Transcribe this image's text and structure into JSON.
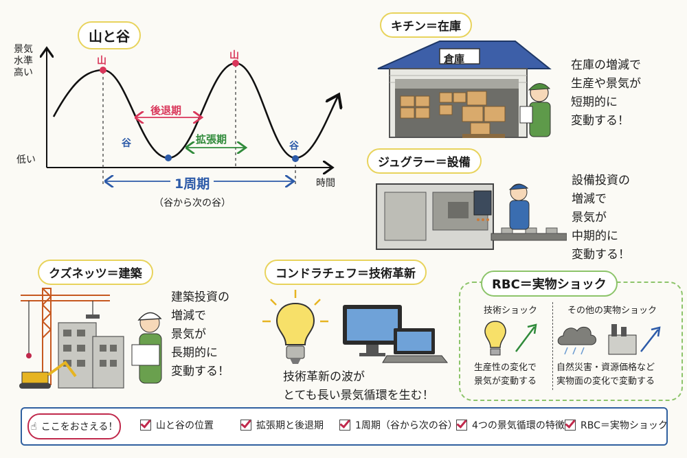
{
  "cycle": {
    "title": "山と谷",
    "y_axis_label": "景気水準",
    "y_high": "高い",
    "y_low": "低い",
    "x_axis_label": "時間",
    "peak": "山",
    "trough": "谷",
    "recession": "後退期",
    "expansion": "拡張期",
    "period": "1周期",
    "period_note": "（谷から次の谷）",
    "colors": {
      "peak": "#d9365a",
      "trough": "#2c5aa8",
      "recession": "#d9365a",
      "expansion": "#2f8a3a",
      "period": "#2c5aa8"
    }
  },
  "kitchin": {
    "title": "キチン＝在庫",
    "sign": "倉庫",
    "lines": [
      "在庫の増減で",
      "生産や景気が",
      "短期的に",
      "変動する！"
    ]
  },
  "juglar": {
    "title": "ジュグラー＝設備",
    "lines": [
      "設備投資の",
      "増減で",
      "景気が",
      "中期的に",
      "変動する！"
    ]
  },
  "kuznets": {
    "title": "クズネッツ＝建築",
    "lines": [
      "建築投資の",
      "増減で",
      "景気が",
      "長期的に",
      "変動する！"
    ]
  },
  "kondratiev": {
    "title": "コンドラチェフ＝技術革新",
    "lines": [
      "技術革新の波が",
      "とても長い景気循環を生む！"
    ]
  },
  "rbc": {
    "title": "RBC＝実物ショック",
    "left_head": "技術ショック",
    "left_lines": [
      "生産性の変化で",
      "景気が変動する"
    ],
    "right_head": "その他の実物ショック",
    "right_lines": [
      "自然災害・資源価格など",
      "実物面の変化で変動する"
    ]
  },
  "checklist": {
    "label": "ここをおさえる！",
    "items": [
      "山と谷の位置",
      "拡張期と後退期",
      "1周期（谷から次の谷）",
      "4つの景気循環の特徴",
      "RBC＝実物ショック"
    ]
  }
}
